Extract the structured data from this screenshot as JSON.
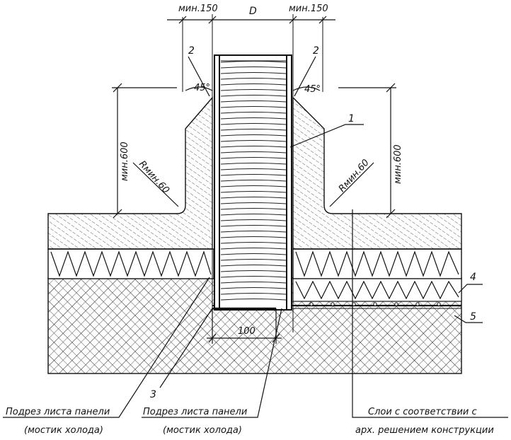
{
  "dims": {
    "min150_left": "мин.150",
    "D": "D",
    "min150_right": "мин.150",
    "angle_left": "45°",
    "angle_right": "45°",
    "min600_left": "мин.600",
    "min600_right": "мин.600",
    "radius_left": "Rмин.60",
    "radius_right": "Rмин.60",
    "width100": "100"
  },
  "callouts": {
    "n1": "1",
    "n2_left": "2",
    "n2_right": "2",
    "n3": "3",
    "n4": "4",
    "n5": "5"
  },
  "notes": {
    "left_line1": "Подрез листа панели",
    "left_line2": "(мостик холода)",
    "mid_line1": "Подрез листа панели",
    "mid_line2": "(мостик холода)",
    "right_line1": "Слои с соответствии с",
    "right_line2": "арх. решением конструкции"
  }
}
